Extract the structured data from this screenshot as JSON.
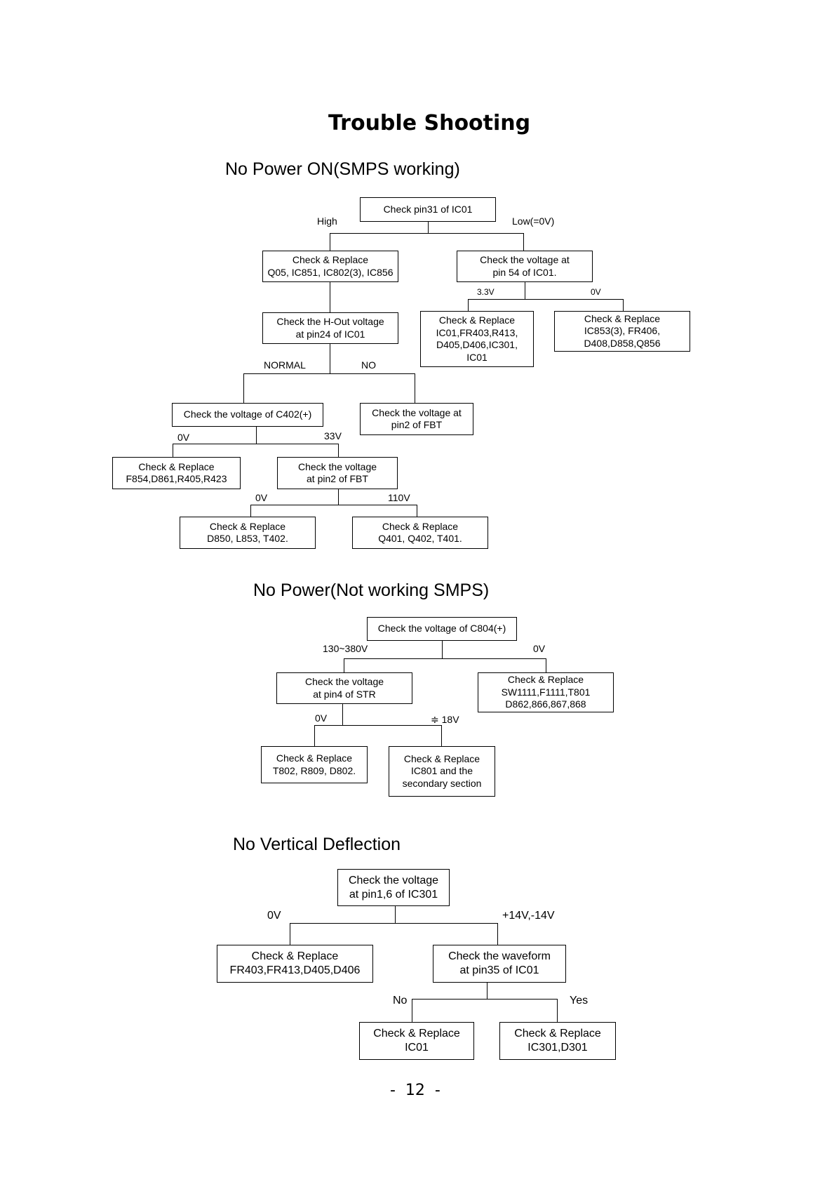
{
  "title": "Trouble Shooting",
  "sections": {
    "no_power_on": {
      "title": "No Power ON(SMPS working)",
      "boxes": {
        "check_pin31": "Check pin31 of IC01",
        "replace_q05": "Check & Replace\nQ05, IC851, IC802(3), IC856",
        "check_pin54": "Check the voltage at\npin 54 of IC01.",
        "replace_ic01_fr403": "Check & Replace\nIC01,FR403,R413,\nD405,D406,IC301,\nIC01",
        "replace_ic853": "Check & Replace\nIC853(3), FR406,\nD408,D858,Q856",
        "check_hout": "Check the H-Out voltage\nat pin24 of IC01",
        "check_c402": "Check the voltage of C402(+)",
        "check_fbt_no": "Check the voltage at\npin2 of FBT",
        "replace_f854": "Check & Replace\nF854,D861,R405,R423",
        "check_fbt_33v": "Check the voltage\nat pin2 of FBT",
        "replace_d850": "Check & Replace\nD850, L853, T402.",
        "replace_q401": "Check & Replace\nQ401, Q402, T401."
      },
      "labels": {
        "high": "High",
        "low": "Low(=0V)",
        "v33": "3.3V",
        "v0_pin54": "0V",
        "normal": "NORMAL",
        "no": "NO",
        "v0_c402": "0V",
        "v33_c402": "33V",
        "v0_fbt": "0V",
        "v110_fbt": "110V"
      }
    },
    "no_power_smps": {
      "title": "No Power(Not working SMPS)",
      "boxes": {
        "check_c804": "Check the voltage of C804(+)",
        "check_str": "Check the voltage\nat pin4 of STR",
        "replace_sw1111": "Check & Replace\nSW1111,F1111,T801\nD862,866,867,868",
        "replace_t802": "Check & Replace\nT802, R809, D802.",
        "replace_ic801": "Check & Replace\nIC801 and the\nsecondary section"
      },
      "labels": {
        "v130_380": "130~380V",
        "v0_c804": "0V",
        "v0_str": "0V",
        "v18": "≑ 18V"
      }
    },
    "no_vertical": {
      "title": "No Vertical Deflection",
      "boxes": {
        "check_ic301": "Check the voltage\nat pin1,6 of IC301",
        "replace_fr403": "Check & Replace\nFR403,FR413,D405,D406",
        "check_waveform": "Check the waveform\nat pin35 of IC01",
        "replace_ic01": "Check & Replace\nIC01",
        "replace_ic301": "Check & Replace\nIC301,D301"
      },
      "labels": {
        "v0": "0V",
        "v14": "+14V,-14V",
        "no": "No",
        "yes": "Yes"
      }
    }
  },
  "page_number": "-  12  -"
}
